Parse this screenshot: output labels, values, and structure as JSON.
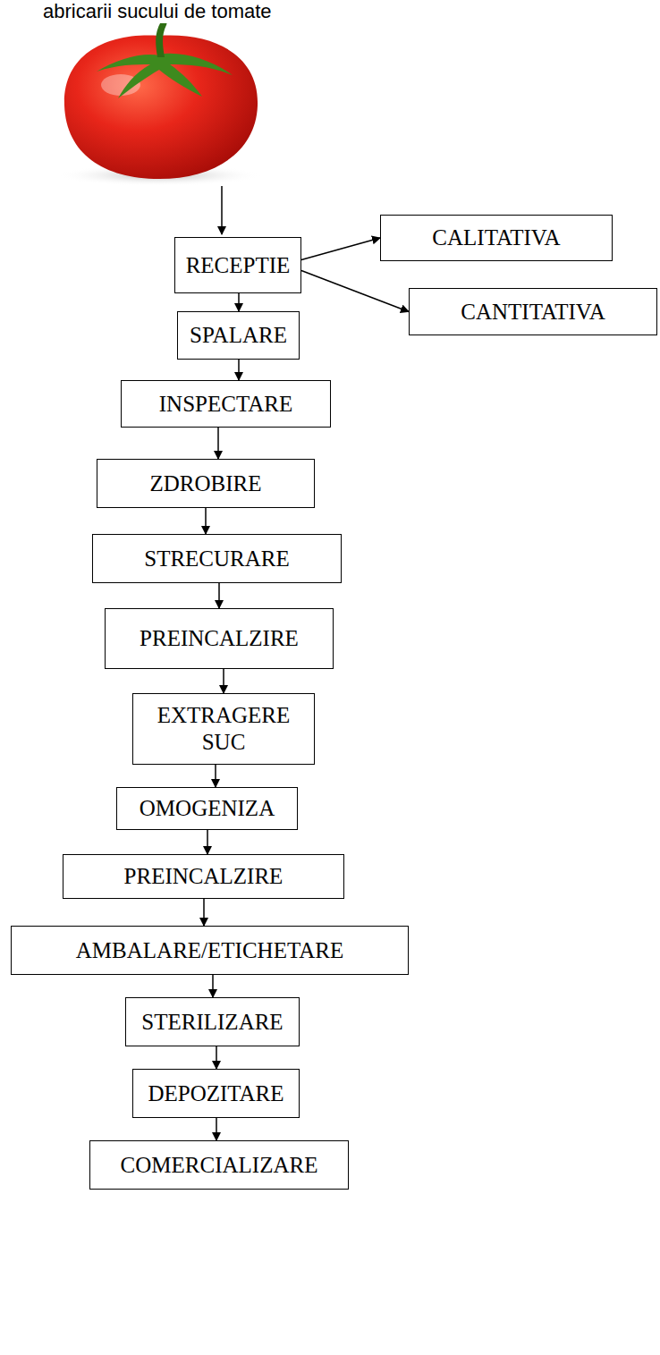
{
  "diagram": {
    "title": "abricarii sucului de tomate",
    "nodes": [
      {
        "text": [
          "RECEPTIE"
        ]
      },
      {
        "text": [
          "CALITATIVA"
        ]
      },
      {
        "text": [
          "CANTITATIVA"
        ]
      },
      {
        "text": [
          "SPALARE"
        ]
      },
      {
        "text": [
          "INSPECTARE"
        ]
      },
      {
        "text": [
          "ZDROBIRE"
        ]
      },
      {
        "text": [
          "STRECURARE"
        ]
      },
      {
        "text": [
          "PREINCALZIRE"
        ]
      },
      {
        "text": [
          "EXTRAGERE SUC"
        ]
      },
      {
        "text": [
          "OMOGENIZA"
        ]
      },
      {
        "text": [
          "PREINCALZIRE"
        ]
      },
      {
        "text": [
          "AMBALARE/ETICHETARE"
        ]
      },
      {
        "text": [
          "STERILIZARE"
        ]
      },
      {
        "text": [
          "DEPOZITARE"
        ]
      },
      {
        "text": [
          "COMERCIALIZARE"
        ]
      }
    ],
    "edges": [
      {
        "from": 0,
        "to": 1,
        "arrow": "to"
      },
      {
        "from": 0,
        "to": 2,
        "arrow": "to"
      },
      {
        "from": 0,
        "to": 3,
        "arrow": "to"
      },
      {
        "from": 3,
        "to": 4,
        "arrow": "to"
      },
      {
        "from": 4,
        "to": 5,
        "arrow": "to"
      },
      {
        "from": 5,
        "to": 6,
        "arrow": "to"
      },
      {
        "from": 6,
        "to": 7,
        "arrow": "to"
      },
      {
        "from": 7,
        "to": 8,
        "arrow": "to"
      },
      {
        "from": 8,
        "to": 9,
        "arrow": "to"
      },
      {
        "from": 9,
        "to": 10,
        "arrow": "to"
      },
      {
        "from": 10,
        "to": 11,
        "arrow": "to"
      },
      {
        "from": 11,
        "to": 12,
        "arrow": "to"
      },
      {
        "from": 12,
        "to": 13,
        "arrow": "to"
      },
      {
        "from": 13,
        "to": 14,
        "arrow": "to"
      }
    ]
  }
}
